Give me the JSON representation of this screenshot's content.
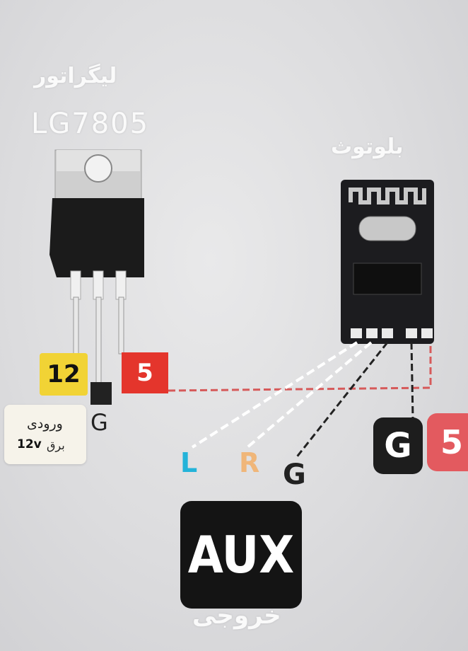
{
  "regulator": {
    "name_fa": "لیگراتور",
    "model": "LG7805"
  },
  "bluetooth": {
    "label_fa": "بلوتوث"
  },
  "pins": {
    "input": "12",
    "output": "5",
    "ground": "G"
  },
  "input_note": {
    "line1": "ورودی",
    "line2_bold": "12v",
    "line2": "برق"
  },
  "audio": {
    "left": "L",
    "right": "R",
    "ground": "G"
  },
  "bt_power": {
    "ground": "G",
    "plus": "5"
  },
  "aux": {
    "label": "AUX",
    "output_fa": "خروجی"
  },
  "colors": {
    "left": "#24b3d9",
    "right": "#f0b679",
    "red_wire": "#d65a5a",
    "badge_yellow": "#f1d335",
    "badge_red": "#e4352c"
  }
}
